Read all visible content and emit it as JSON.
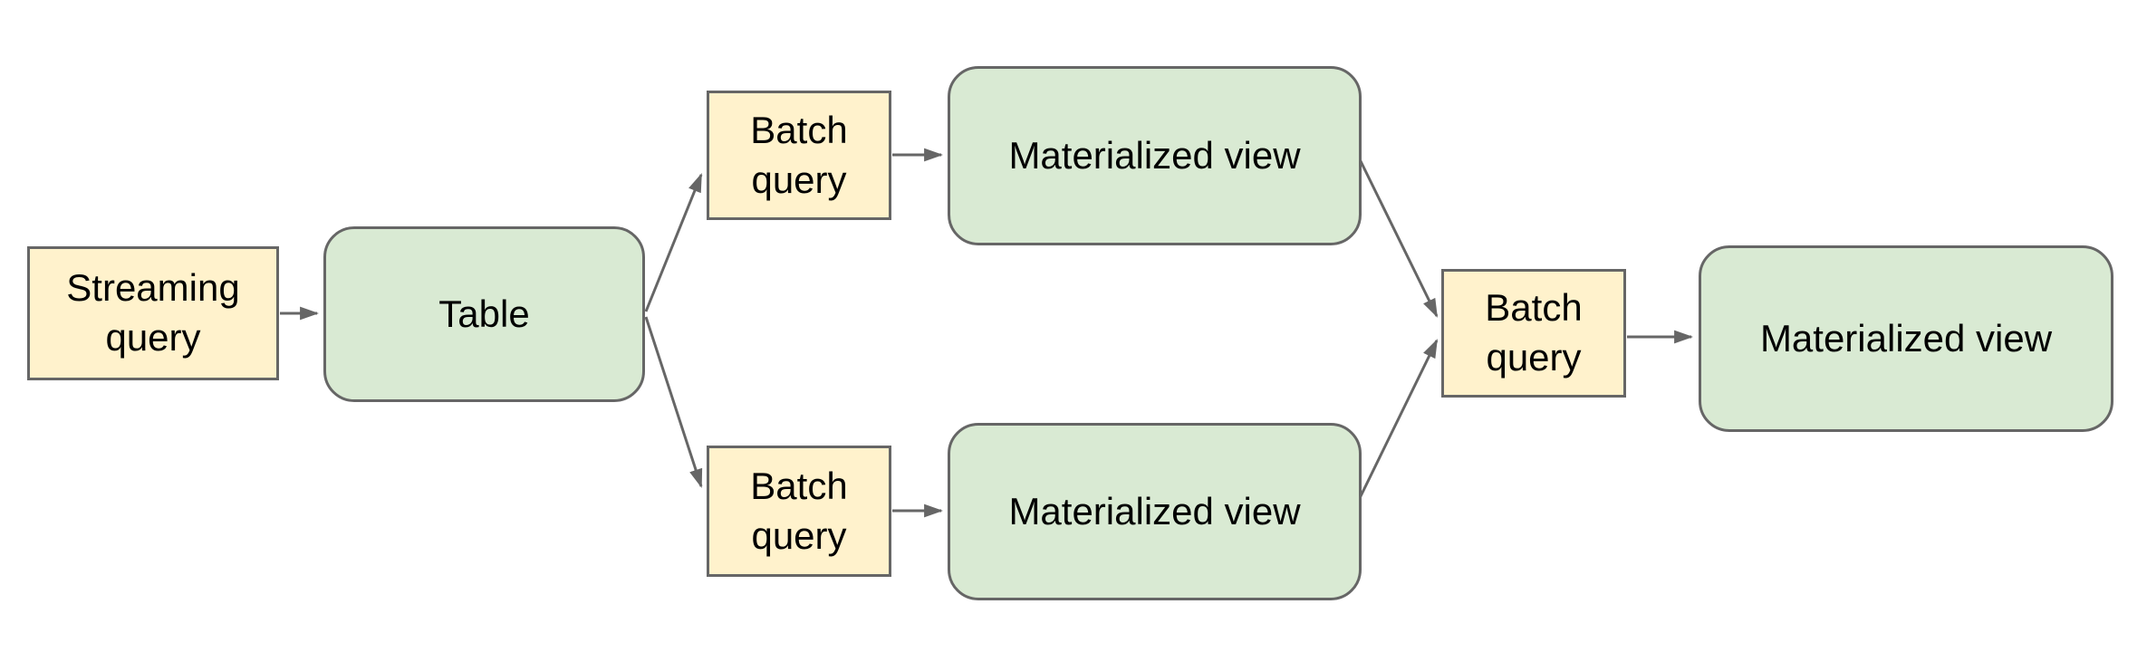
{
  "diagram": {
    "nodes": {
      "streaming_query": {
        "label": "Streaming query",
        "kind": "query"
      },
      "table": {
        "label": "Table",
        "kind": "view"
      },
      "batch_query_top": {
        "label": "Batch query",
        "kind": "query"
      },
      "materialized_view_top": {
        "label": "Materialized view",
        "kind": "view"
      },
      "batch_query_bottom": {
        "label": "Batch query",
        "kind": "query"
      },
      "materialized_view_bottom": {
        "label": "Materialized view",
        "kind": "view"
      },
      "batch_query_right": {
        "label": "Batch query",
        "kind": "query"
      },
      "materialized_view_right": {
        "label": "Materialized view",
        "kind": "view"
      }
    },
    "edges": [
      {
        "from": "streaming_query",
        "to": "table"
      },
      {
        "from": "table",
        "to": "batch_query_top"
      },
      {
        "from": "table",
        "to": "batch_query_bottom"
      },
      {
        "from": "batch_query_top",
        "to": "materialized_view_top"
      },
      {
        "from": "batch_query_bottom",
        "to": "materialized_view_bottom"
      },
      {
        "from": "materialized_view_top",
        "to": "batch_query_right"
      },
      {
        "from": "materialized_view_bottom",
        "to": "batch_query_right"
      },
      {
        "from": "batch_query_right",
        "to": "materialized_view_right"
      }
    ],
    "colors": {
      "query_fill": "#fff2cc",
      "view_fill": "#d9ead3",
      "border": "#666666",
      "arrow": "#666666",
      "text": "#000000"
    }
  }
}
